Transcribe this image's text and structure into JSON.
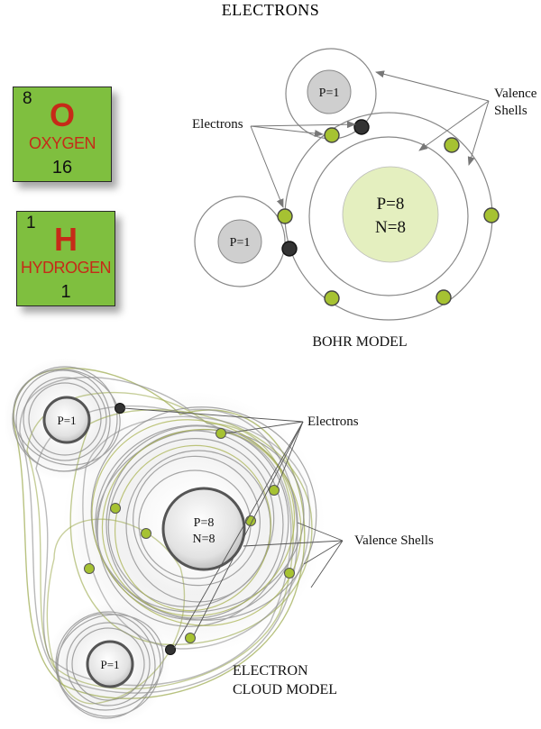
{
  "title": "ELECTRONS",
  "elements": [
    {
      "number": "8",
      "symbol": "O",
      "name": "OXYGEN",
      "mass": "16"
    },
    {
      "number": "1",
      "symbol": "H",
      "name": "HYDROGEN",
      "mass": "1"
    }
  ],
  "bohr": {
    "caption": "BOHR MODEL",
    "nucleus_o": {
      "line1": "P=8",
      "line2": "N=8"
    },
    "nucleus_h_top": "P=1",
    "nucleus_h_left": "P=1",
    "label_electrons": "Electrons",
    "label_valence": [
      "Valence",
      "Shells"
    ]
  },
  "cloud": {
    "caption": [
      "ELECTRON",
      "CLOUD MODEL"
    ],
    "nucleus_o": {
      "line1": "P=8",
      "line2": "N=8"
    },
    "nucleus_h_top": "P=1",
    "nucleus_h_bottom": "P=1",
    "label_electrons": "Electrons",
    "label_valence": "Valence Shells"
  },
  "colors": {
    "tile": "#7fbf3f",
    "element_text": "#c62a18",
    "electron_green": "#a6c232",
    "electron_dark": "#333333",
    "nucleus_o": "#e4efbf",
    "nucleus_h": "#cfcfcf"
  }
}
